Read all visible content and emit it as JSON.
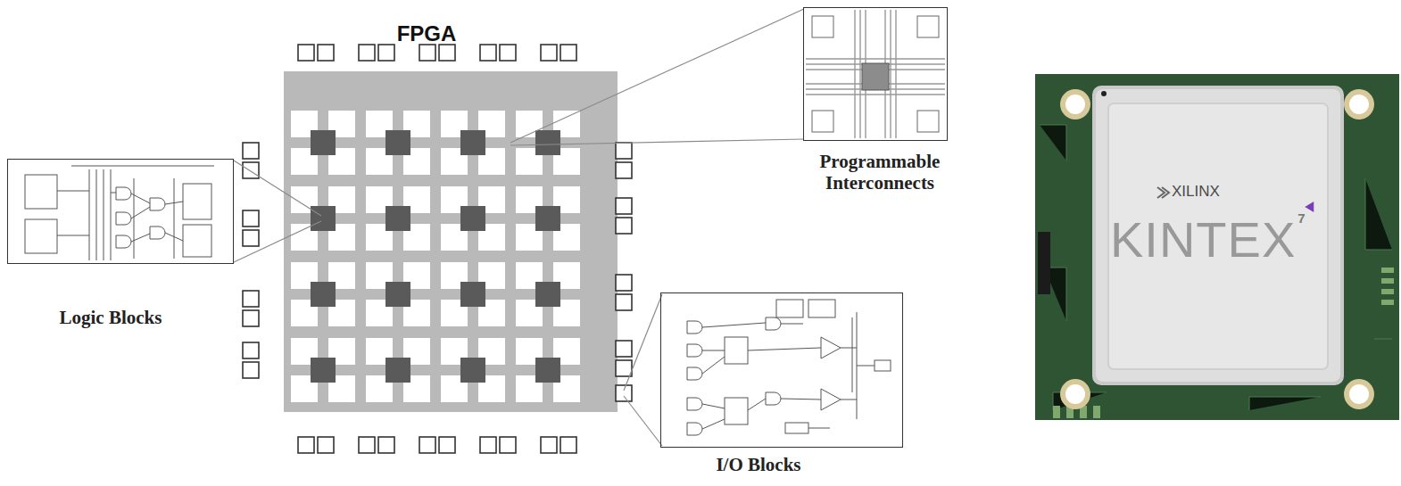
{
  "diagram": {
    "title": "FPGA",
    "nodes": [
      {
        "text": [
          "Logic Blocks"
        ]
      },
      {
        "text": [
          "Programmable Interconnects"
        ]
      },
      {
        "text": [
          "I/O Blocks"
        ]
      }
    ],
    "labels": [
      "XILINX",
      "KINTEX",
      "7"
    ]
  }
}
